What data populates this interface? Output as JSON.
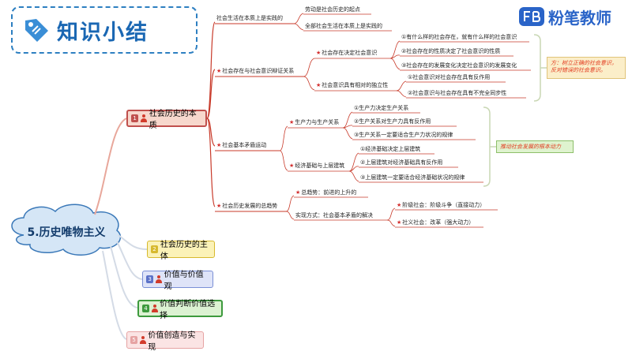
{
  "header": {
    "title": "知识小结",
    "brand": "粉笔教师"
  },
  "root": {
    "label": "5.历史唯物主义"
  },
  "topics": [
    {
      "num": "1",
      "label": "社会历史的本质"
    },
    {
      "num": "2",
      "label": "社会历史的主体"
    },
    {
      "num": "3",
      "label": "价值与价值观"
    },
    {
      "num": "4",
      "label": "价值判断价值选择"
    },
    {
      "num": "5",
      "label": "价值创造与实现"
    }
  ],
  "branch1": {
    "life": {
      "label": "社会生活在本质上是实践的",
      "items": [
        "劳动是社会历史的起点",
        "全部社会生活在本质上是实践的"
      ]
    },
    "exist": {
      "label": "社会存在与社会意识辩证关系",
      "decides": {
        "label": "社会存在决定社会意识",
        "items": [
          "①有什么样的社会存在，就有什么样的社会意识",
          "②社会存在的性质决定了社会意识的性质",
          "③社会存在的发展变化决定社会意识的发展变化"
        ]
      },
      "independent": {
        "label": "社会意识具有相对的独立性",
        "items": [
          "①社会意识对社会存在具有反作用",
          "②社会意识与社会存在具有不完全同步性"
        ]
      },
      "callout": "方：树立正确的社会意识，反对错误的社会意识。"
    },
    "contradiction": {
      "label": "社会基本矛盾运动",
      "productive": {
        "label": "生产力与生产关系",
        "items": [
          "①生产力决定生产关系",
          "②生产关系对生产力具有反作用",
          "③生产关系一定要适合生产力状况的规律"
        ]
      },
      "base": {
        "label": "经济基础与上层建筑",
        "items": [
          "①经济基础决定上层建筑",
          "②上层建筑对经济基础具有反作用",
          "③上层建筑一定要适合经济基础状况的规律"
        ]
      },
      "callout": "推动社会发展的根本动力"
    },
    "trend": {
      "label": "社会历史发展的总趋势",
      "general": "总趋势：前进的上升的",
      "way": {
        "label": "实现方式：社会基本矛盾的解决",
        "items": [
          "阶级社会：阶级斗争（直接动力）",
          "社义社会：改革（强大动力）"
        ]
      }
    }
  },
  "colors": {
    "accent": "#2a64c8",
    "topic1_border": "#c0504d",
    "topic1_fill": "#f7d8cd",
    "topic2_border": "#d7b92e",
    "topic2_fill": "#fbf2b8",
    "topic3_border": "#7a8fd6",
    "topic3_fill": "#dfe4f8",
    "topic4_border": "#3d9a3d",
    "topic4_fill": "#dcf2d2",
    "topic5_border": "#e6a3a3",
    "topic5_fill": "#fbe4e4",
    "branch": "#c83a2a"
  }
}
